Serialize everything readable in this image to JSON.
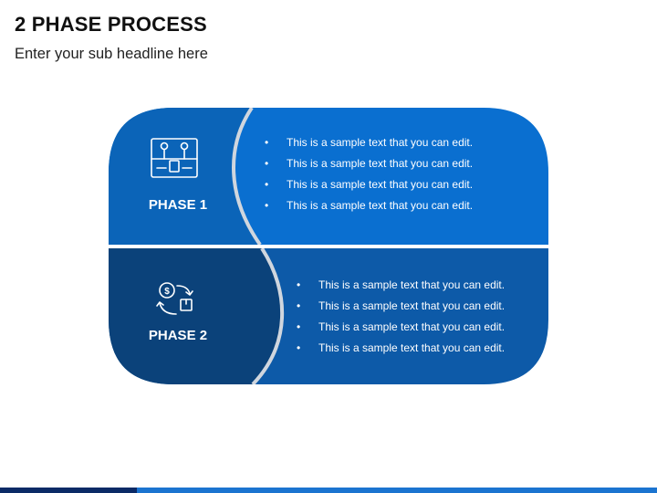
{
  "header": {
    "title": "2 PHASE PROCESS",
    "subtitle": "Enter your sub headline here"
  },
  "colors": {
    "phase1_left": "#0b64b8",
    "phase1_right": "#0a6fd0",
    "phase2_left": "#0b427a",
    "phase2_right": "#0d5aa8",
    "divider": "#d0d6de",
    "bar_dark": "#0b2a66",
    "bar_light": "#1b74d0"
  },
  "phases": [
    {
      "label": "PHASE 1",
      "icon": "toolbox-icon",
      "bullets": [
        "This is a sample text that you can edit.",
        "This is a sample text that you can edit.",
        "This is a sample text that you can edit.",
        "This is a sample text that you can edit."
      ]
    },
    {
      "label": "PHASE 2",
      "icon": "dollar-cycle-icon",
      "bullets": [
        "This is a sample text that you can edit.",
        "This is a sample text that you can edit.",
        "This is a sample text that you can edit.",
        "This is a sample text that you can edit."
      ]
    }
  ]
}
